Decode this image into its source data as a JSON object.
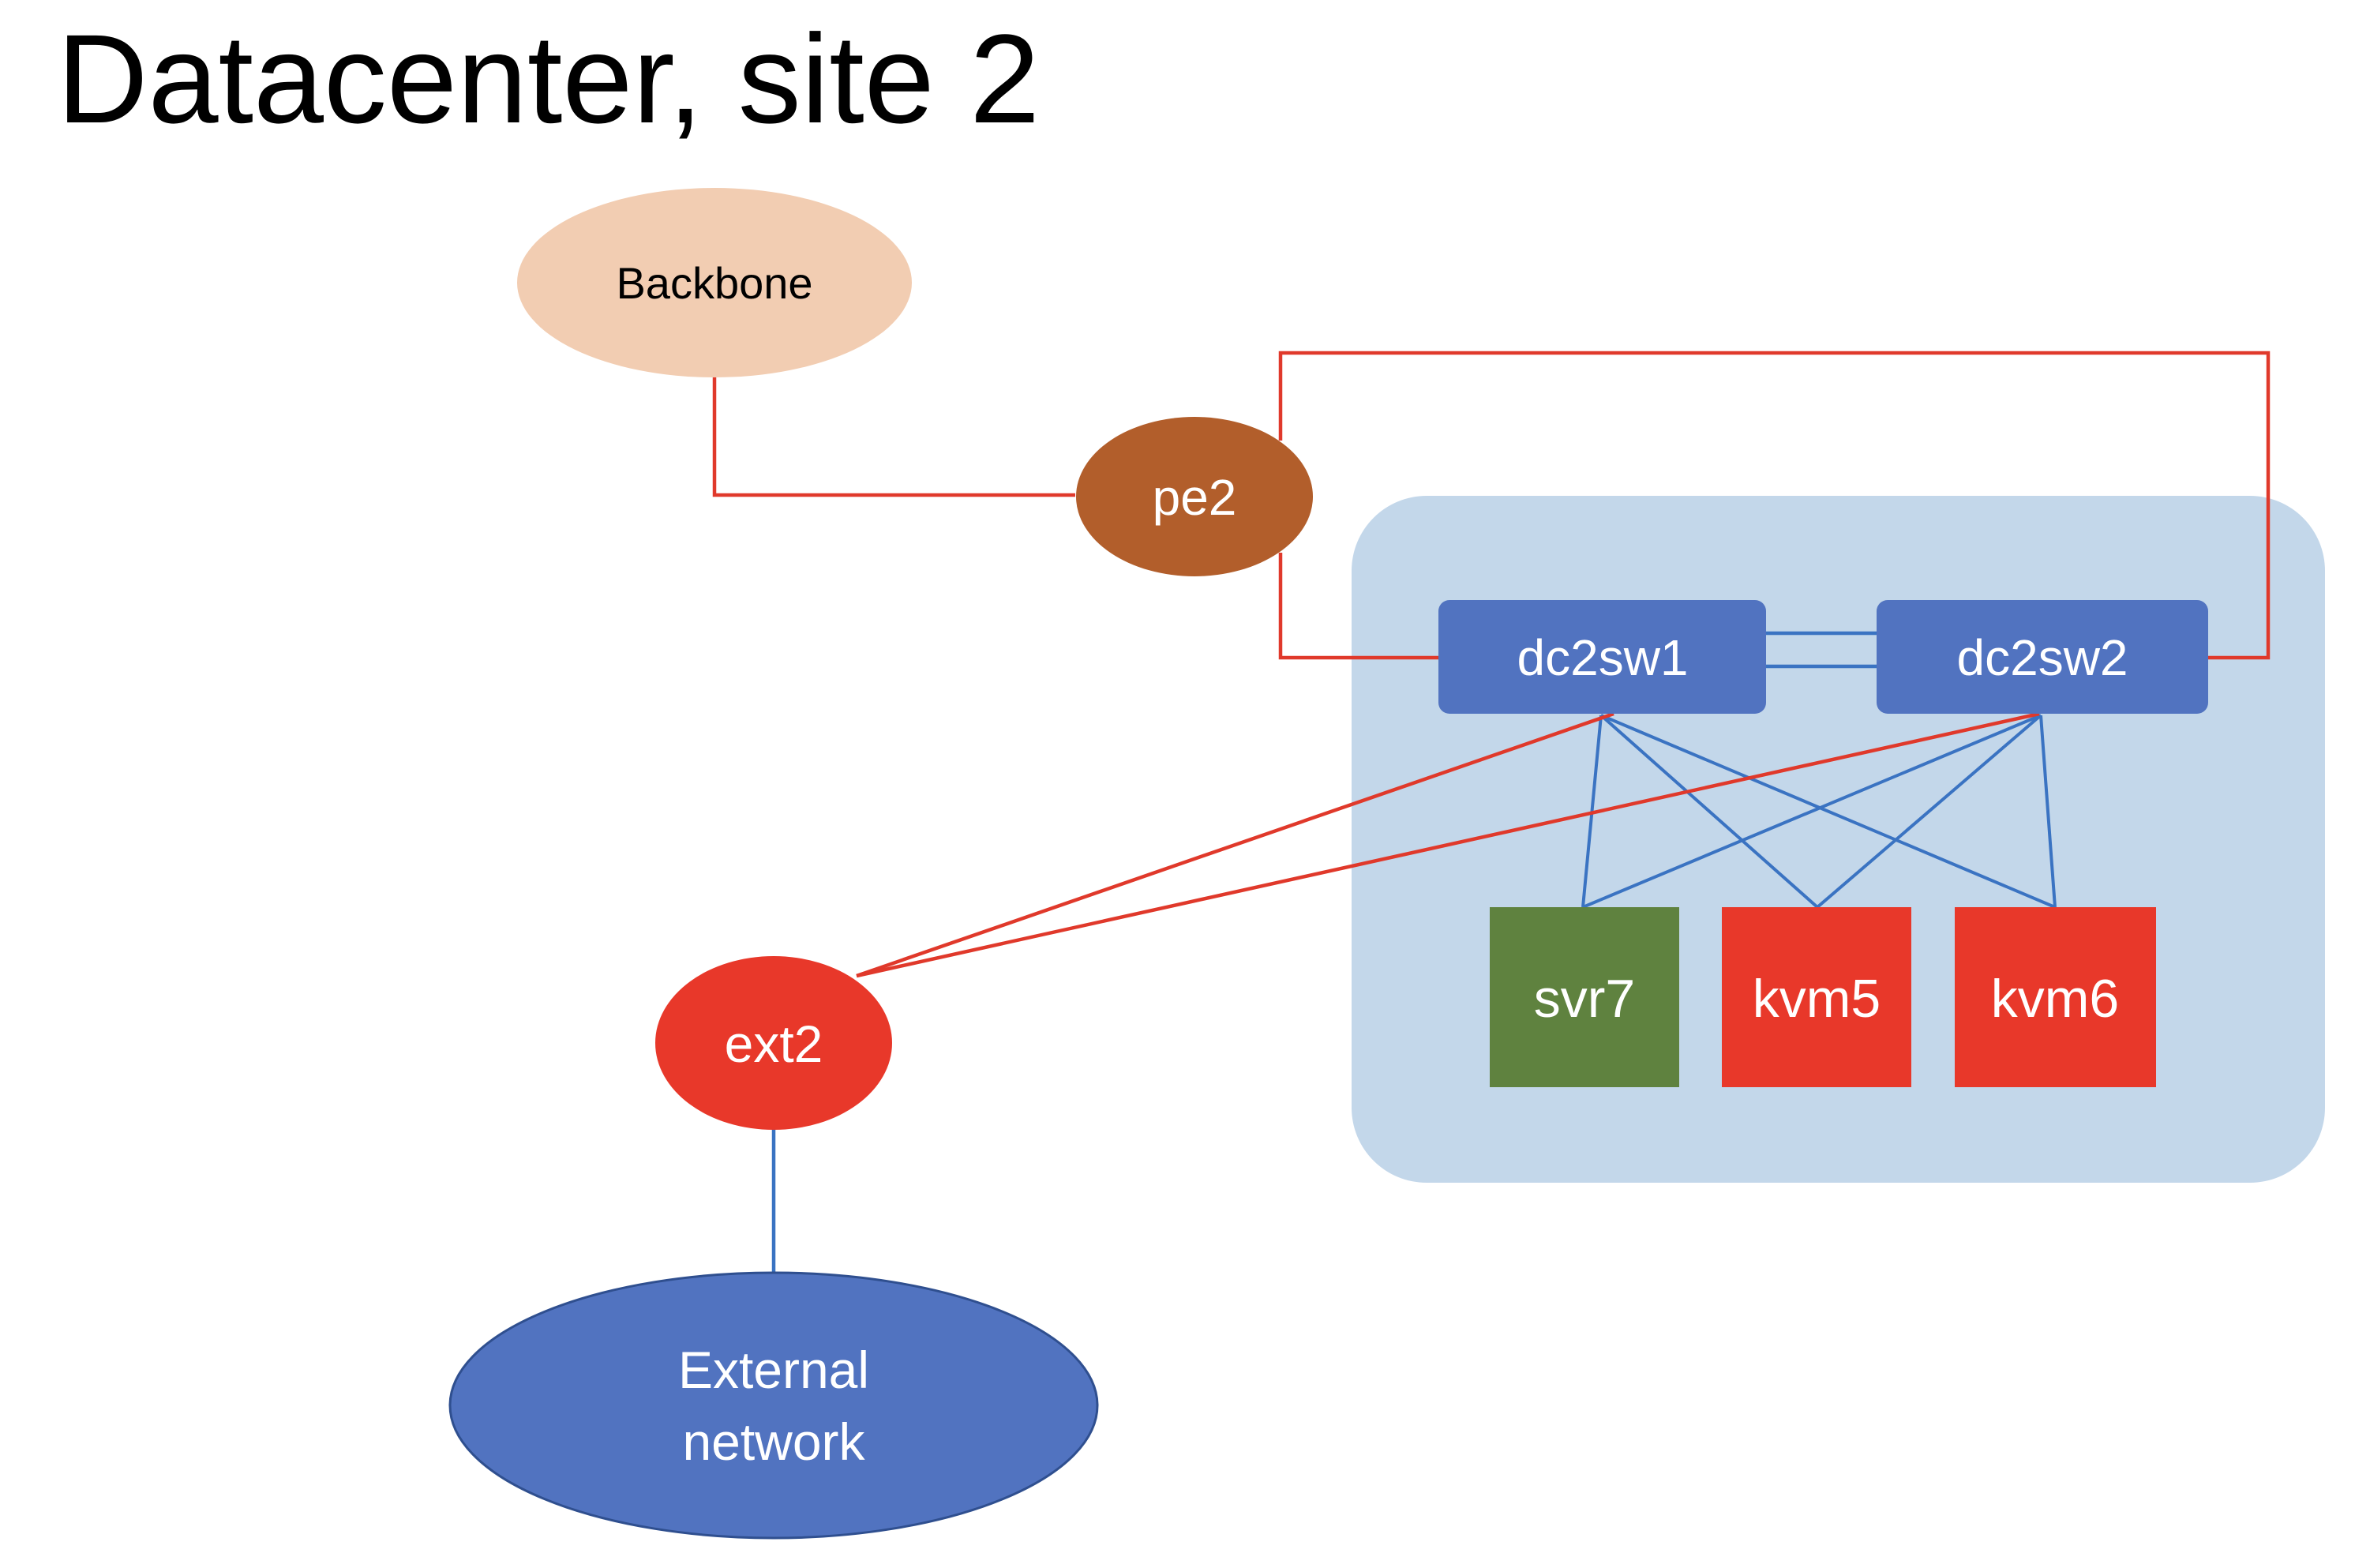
{
  "title": "Datacenter, site 2",
  "colors": {
    "red_link": "#E0392B",
    "blue_link": "#3A73C2",
    "backbone_fill": "#F2CDB2",
    "pe_fill": "#B25E2B",
    "ext_fill": "#E8382A",
    "external_fill": "#5173C0",
    "switch_fill": "#5173C0",
    "server_green": "#5F823F",
    "server_red": "#E8382A",
    "datacenter_bg": "#C3D7EA"
  },
  "nodes": {
    "backbone": "Backbone",
    "pe2": "pe2",
    "ext2": "ext2",
    "external": [
      "External",
      "network"
    ],
    "dc2sw1": "dc2sw1",
    "dc2sw2": "dc2sw2",
    "svr7": "svr7",
    "kvm5": "kvm5",
    "kvm6": "kvm6"
  },
  "links": [
    {
      "from": "backbone",
      "to": "pe2",
      "color": "red"
    },
    {
      "from": "pe2",
      "to": "dc2sw1",
      "color": "red"
    },
    {
      "from": "pe2",
      "to": "dc2sw2",
      "color": "red"
    },
    {
      "from": "dc2sw1",
      "to": "dc2sw2",
      "color": "blue"
    },
    {
      "from": "dc2sw1",
      "to": "dc2sw2",
      "color": "blue"
    },
    {
      "from": "dc2sw1",
      "to": "svr7",
      "color": "blue"
    },
    {
      "from": "dc2sw1",
      "to": "kvm5",
      "color": "blue"
    },
    {
      "from": "dc2sw1",
      "to": "kvm6",
      "color": "blue"
    },
    {
      "from": "dc2sw2",
      "to": "svr7",
      "color": "blue"
    },
    {
      "from": "dc2sw2",
      "to": "kvm5",
      "color": "blue"
    },
    {
      "from": "dc2sw2",
      "to": "kvm6",
      "color": "blue"
    },
    {
      "from": "dc2sw1",
      "to": "ext2",
      "color": "red"
    },
    {
      "from": "dc2sw2",
      "to": "ext2",
      "color": "red"
    },
    {
      "from": "ext2",
      "to": "external",
      "color": "blue"
    }
  ]
}
